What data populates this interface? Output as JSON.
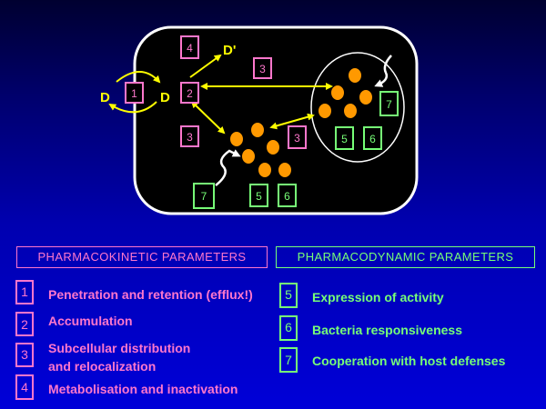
{
  "diagram": {
    "drug_outside_label": "D",
    "drug_inside_label": "D",
    "metabolite_label": "D'",
    "boxes": [
      {
        "id": "box-1-membrane",
        "label": "1",
        "kind": "pharmacokinetic"
      },
      {
        "id": "box-2-accumulation",
        "label": "2",
        "kind": "pharmacokinetic"
      },
      {
        "id": "box-3-top",
        "label": "3",
        "kind": "pharmacokinetic"
      },
      {
        "id": "box-3-left",
        "label": "3",
        "kind": "pharmacokinetic"
      },
      {
        "id": "box-3-middle",
        "label": "3",
        "kind": "pharmacokinetic"
      },
      {
        "id": "box-4-metabolism",
        "label": "4",
        "kind": "pharmacokinetic"
      },
      {
        "id": "box-5-cytosol",
        "label": "5",
        "kind": "pharmacodynamic"
      },
      {
        "id": "box-6-cytosol",
        "label": "6",
        "kind": "pharmacodynamic"
      },
      {
        "id": "box-7-cytosol",
        "label": "7",
        "kind": "pharmacodynamic"
      },
      {
        "id": "box-5-vacuole",
        "label": "5",
        "kind": "pharmacodynamic"
      },
      {
        "id": "box-6-vacuole",
        "label": "6",
        "kind": "pharmacodynamic"
      },
      {
        "id": "box-7-vacuole",
        "label": "7",
        "kind": "pharmacodynamic"
      }
    ],
    "colors": {
      "cell_fill": "#000000",
      "cell_outline": "#ffffff",
      "arrow": "#ffff00",
      "bacteria": "#ff9900",
      "pharmacokinetic": "#ff77cc",
      "pharmacodynamic": "#77ff77"
    }
  },
  "pharmacokinetic": {
    "title": "PHARMACOKINETIC PARAMETERS",
    "items": [
      {
        "num": "1",
        "lines": [
          "Penetration and retention (efflux!)"
        ]
      },
      {
        "num": "2",
        "lines": [
          "Accumulation"
        ]
      },
      {
        "num": "3",
        "lines": [
          "Subcellular distribution",
          "and relocalization"
        ]
      },
      {
        "num": "4",
        "lines": [
          "Metabolisation and inactivation"
        ]
      }
    ]
  },
  "pharmacodynamic": {
    "title": "PHARMACODYNAMIC PARAMETERS",
    "items": [
      {
        "num": "5",
        "lines": [
          "Expression of activity"
        ]
      },
      {
        "num": "6",
        "lines": [
          "Bacteria responsiveness"
        ]
      },
      {
        "num": "7",
        "lines": [
          "Cooperation with host defenses"
        ]
      }
    ]
  }
}
